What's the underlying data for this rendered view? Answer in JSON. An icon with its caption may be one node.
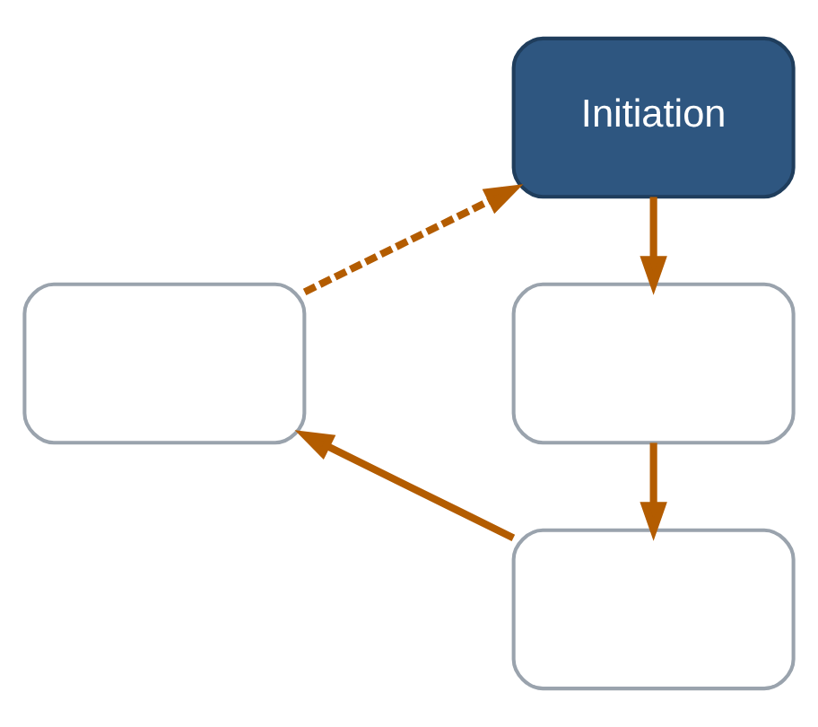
{
  "diagram": {
    "nodes": [
      {
        "text": [
          "Initiation"
        ]
      },
      {
        "text": [],
        "shape": "box"
      },
      {
        "text": [],
        "shape": "box"
      },
      {
        "text": [],
        "shape": "box"
      }
    ],
    "edges": [
      {
        "from": 0,
        "to": 1,
        "arrow": "to"
      },
      {
        "from": 1,
        "to": 2,
        "arrow": "to"
      },
      {
        "from": 2,
        "to": 3,
        "arrow": "to"
      },
      {
        "from": 3,
        "to": 0,
        "arrow": "to",
        "style": "dashed"
      }
    ]
  }
}
